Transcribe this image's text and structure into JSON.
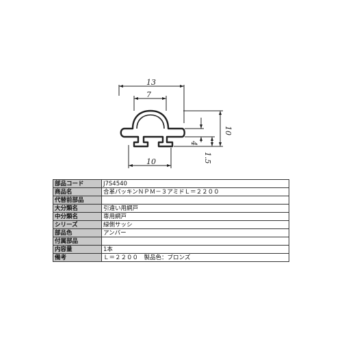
{
  "drawing": {
    "dimensions": {
      "overall_width": "13",
      "top_width": "7",
      "height_a": "4",
      "height_b": "1.5",
      "overall_height": "10",
      "bottom_width": "10"
    },
    "colors": {
      "line": "#222222"
    }
  },
  "spec": {
    "rows": [
      {
        "label": "部品コード",
        "value": "J7S4540"
      },
      {
        "label": "商品名",
        "value": "合革パッキンＮＰＭ－３アミドＬ＝２２００"
      },
      {
        "label": "代替前部品",
        "value": ""
      },
      {
        "label": "大分類名",
        "value": "引違い用網戸"
      },
      {
        "label": "中分類名",
        "value": "専用網戸"
      },
      {
        "label": "シリーズ",
        "value": "緑側サッシ"
      },
      {
        "label": "部品色",
        "value": "アンバー"
      },
      {
        "label": "付属部品",
        "value": ""
      },
      {
        "label": "内容量",
        "value": "1本"
      },
      {
        "label": "備考",
        "value": "Ｌ＝２２００　製品色：ブロンズ"
      }
    ],
    "colors": {
      "label_bg": "#c8c8c8",
      "border": "#333333"
    }
  }
}
